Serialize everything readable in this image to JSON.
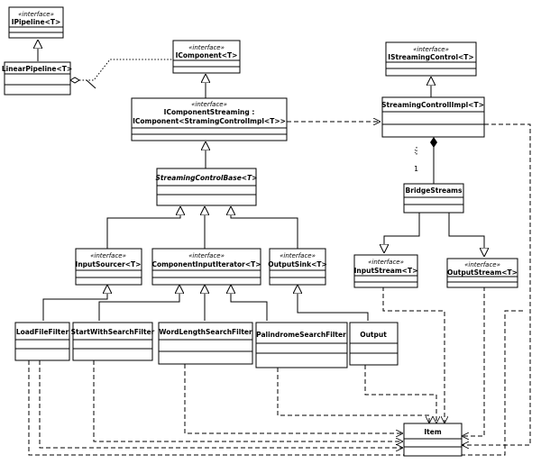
{
  "classes": {
    "ipipeline": {
      "stereotype": "«interface»",
      "name": "IPipeline<T>"
    },
    "linear_pipeline": {
      "name": "LinearPipeline<T>"
    },
    "icomponent": {
      "stereotype": "«interface»",
      "name": "IComponent<T>"
    },
    "icomponent_streaming": {
      "stereotype": "«interface»",
      "name_line1": "IComponentStreaming :",
      "name_line2": "IComponent<StramingControlImpl<T>>"
    },
    "istreaming_control": {
      "stereotype": "«interface»",
      "name": "IStreamingControl<T>"
    },
    "streaming_control_impl": {
      "name": "StreamingControllImpl<T>"
    },
    "streaming_control_base": {
      "name": "StreamingControlBase<T>"
    },
    "bridge_streams": {
      "name": "BridgeStreams"
    },
    "input_sourcer": {
      "stereotype": "«interface»",
      "name": "InputSourcer<T>"
    },
    "component_input_iterator": {
      "stereotype": "«interface»",
      "name": "ComponentInputIterator<T>"
    },
    "output_sink": {
      "stereotype": "«interface»",
      "name": "OutputSink<T>"
    },
    "input_stream": {
      "stereotype": "«interface»",
      "name": "InputStream<T>"
    },
    "output_stream": {
      "stereotype": "«interface»",
      "name": "OutputStream<T>"
    },
    "load_file_filter": {
      "name": "LoadFileFilter"
    },
    "start_with_search_filter": {
      "name": "StartWithSearchFilter"
    },
    "word_length_search_filter": {
      "name": "WordLengthSearchFilter"
    },
    "palindrome_search_filter": {
      "name": "PalindromeSearchFilter"
    },
    "output": {
      "name": "Output"
    },
    "item": {
      "name": "Item"
    }
  },
  "multiplicities": {
    "near_impl": ":",
    "near_bridge": "1"
  }
}
